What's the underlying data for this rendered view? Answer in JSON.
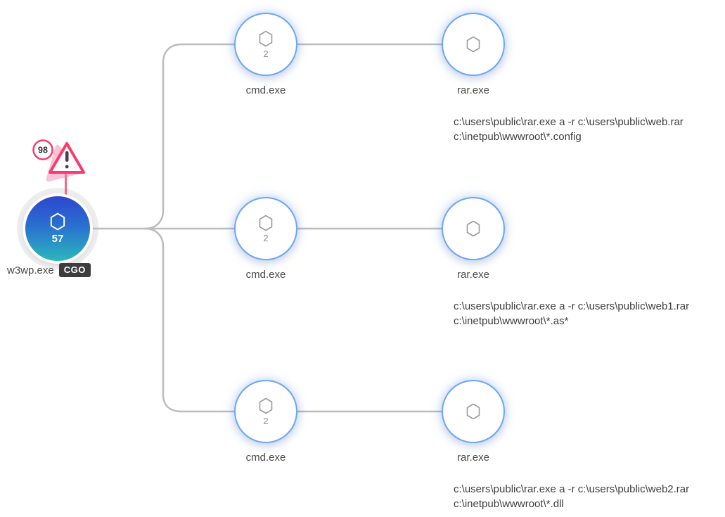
{
  "view": {
    "background_color": "#ffffff",
    "edge_color": "#bcbcbc",
    "node_border_color": "#6aa7f6",
    "alert_color": "#fa3a6e",
    "root_gradient_top": "#2e46d0",
    "root_gradient_bottom": "#2bb7bd"
  },
  "icons": {
    "root_icon": "hexagon-outline",
    "child_icon": "hexagon-outline",
    "grandchild_icon": "hexagon-outline",
    "alert_icon": "warning-triangle-exclamation"
  },
  "root": {
    "name": "w3wp.exe",
    "tag": "CGO",
    "event_count": "57",
    "alert_score": "98"
  },
  "branches": [
    {
      "child": {
        "name": "cmd.exe",
        "count": "2"
      },
      "grandchild": {
        "name": "rar.exe",
        "command_line": "c:\\users\\public\\rar.exe a -r c:\\users\\public\\web.rar c:\\inetpub\\wwwroot\\*.config"
      }
    },
    {
      "child": {
        "name": "cmd.exe",
        "count": "2"
      },
      "grandchild": {
        "name": "rar.exe",
        "command_line": "c:\\users\\public\\rar.exe a -r c:\\users\\public\\web1.rar c:\\inetpub\\wwwroot\\*.as*"
      }
    },
    {
      "child": {
        "name": "cmd.exe",
        "count": "2"
      },
      "grandchild": {
        "name": "rar.exe",
        "command_line": "c:\\users\\public\\rar.exe a -r c:\\users\\public\\web2.rar c:\\inetpub\\wwwroot\\*.dll"
      }
    }
  ]
}
